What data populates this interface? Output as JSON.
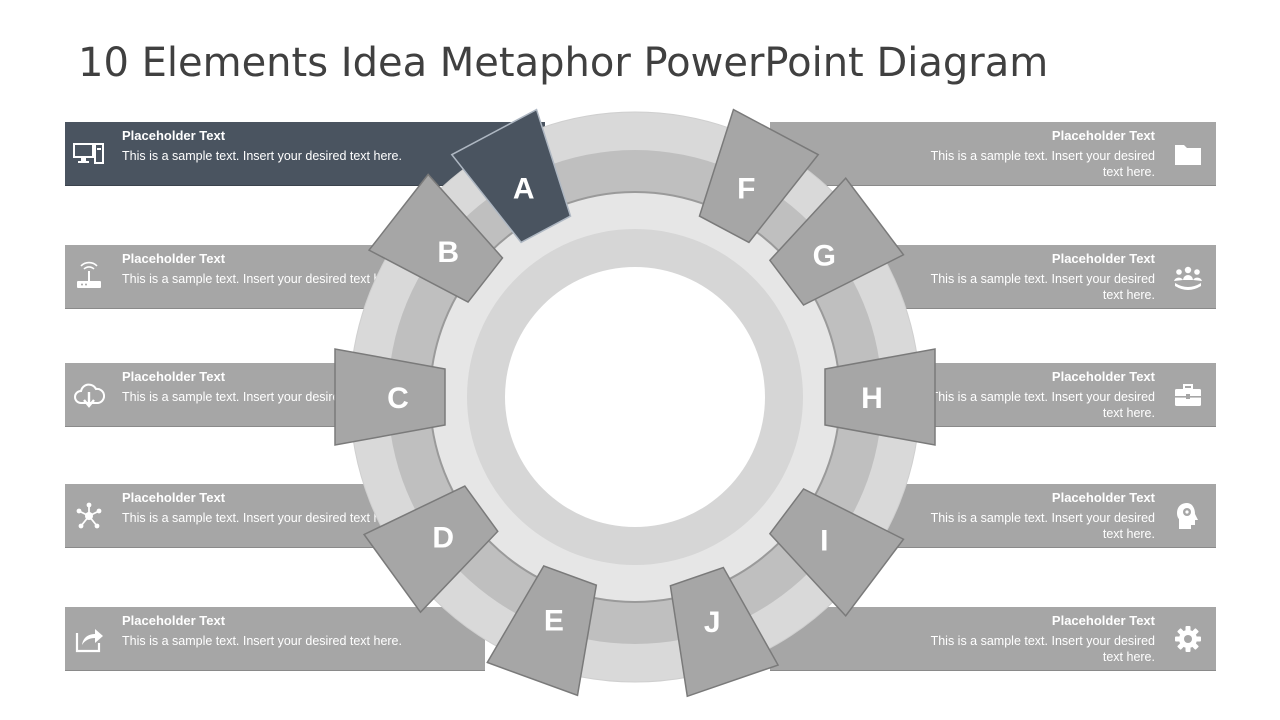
{
  "title": "10 Elements Idea Metaphor PowerPoint Diagram",
  "colors": {
    "active": "#4a5460",
    "bar": "#a6a6a6",
    "segment": "#a6a6a6",
    "ring_outer": "#d9d9d9",
    "ring_mid": "#bfbfbf",
    "ring_inner": "#e6e6e6"
  },
  "items": [
    {
      "letter": "A",
      "heading": "Placeholder Text",
      "text": "This is a sample text. Insert your desired text here.",
      "icon": "computer-icon",
      "active": true
    },
    {
      "letter": "B",
      "heading": "Placeholder Text",
      "text": "This is a sample text. Insert your desired text here.",
      "icon": "router-icon"
    },
    {
      "letter": "C",
      "heading": "Placeholder Text",
      "text": "This is a sample text. Insert your desired text here.",
      "icon": "cloud-download-icon"
    },
    {
      "letter": "D",
      "heading": "Placeholder Text",
      "text": "This is a sample text. Insert your desired text here.",
      "icon": "network-icon"
    },
    {
      "letter": "E",
      "heading": "Placeholder Text",
      "text": "This is a sample text. Insert your desired text here.",
      "icon": "share-icon"
    },
    {
      "letter": "F",
      "heading": "Placeholder Text",
      "text": "This is a sample text. Insert your desired text here.",
      "icon": "folder-icon"
    },
    {
      "letter": "G",
      "heading": "Placeholder Text",
      "text": "This is a sample text. Insert your desired text here.",
      "icon": "team-icon"
    },
    {
      "letter": "H",
      "heading": "Placeholder Text",
      "text": "This is a sample text. Insert your desired text here.",
      "icon": "briefcase-icon"
    },
    {
      "letter": "I",
      "heading": "Placeholder Text",
      "text": "This is a sample text. Insert your desired text here.",
      "icon": "head-gear-icon"
    },
    {
      "letter": "J",
      "heading": "Placeholder Text",
      "text": "This is a sample text. Insert your desired text here.",
      "icon": "gear-icon"
    }
  ]
}
